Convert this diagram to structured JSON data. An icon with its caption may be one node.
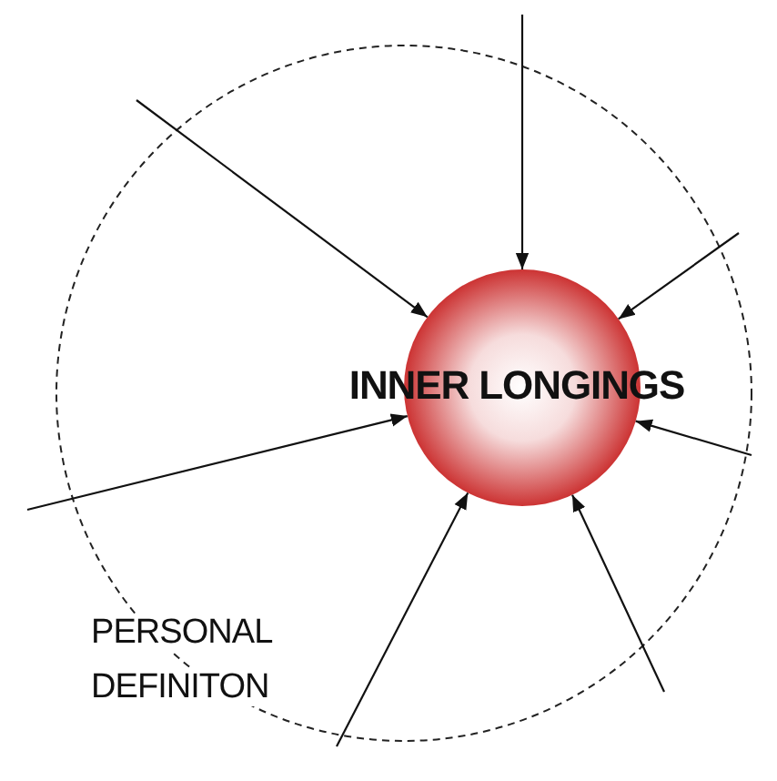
{
  "diagram": {
    "nodes": [
      {
        "text": [
          "PERSONAL DEFINITON"
        ]
      },
      {
        "text": [
          "INNER LONGINGS"
        ],
        "in": 0
      }
    ],
    "edges": [
      {
        "from": null,
        "to": 1,
        "arrow": "to"
      },
      {
        "from": null,
        "to": 1,
        "arrow": "to"
      },
      {
        "from": null,
        "to": 1,
        "arrow": "to"
      },
      {
        "from": null,
        "to": 1,
        "arrow": "to"
      },
      {
        "from": null,
        "to": 1,
        "arrow": "to"
      },
      {
        "from": null,
        "to": 1,
        "arrow": "to"
      },
      {
        "from": null,
        "to": 1,
        "arrow": "to"
      }
    ]
  }
}
